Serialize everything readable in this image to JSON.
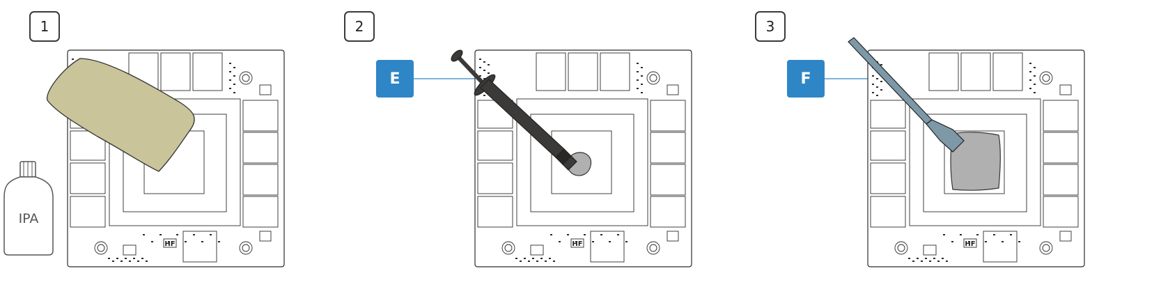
{
  "steps": [
    {
      "number": "1",
      "bottle_label": "IPA",
      "board_marking": "HF"
    },
    {
      "number": "2",
      "callout": "E",
      "board_marking": "HF"
    },
    {
      "number": "3",
      "callout": "F",
      "board_marking": "HF"
    }
  ],
  "colors": {
    "callout": "#2f86c6",
    "cloth": "#c9c49a",
    "syringe": "#3c3a38",
    "paste": "#b0b0b0",
    "spatula": "#7d99a8",
    "outline": "#2b2b2b"
  }
}
